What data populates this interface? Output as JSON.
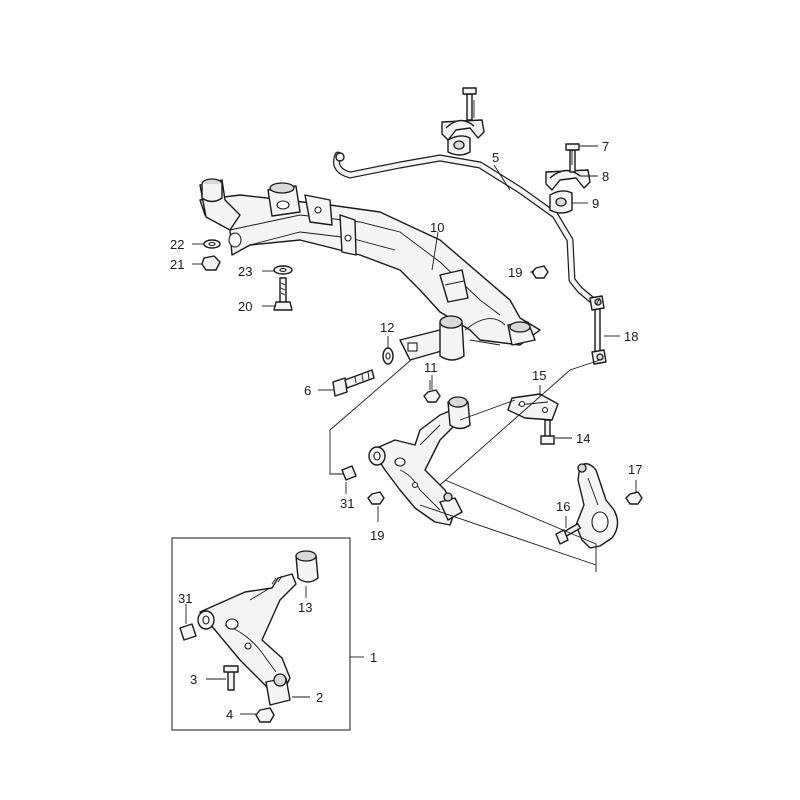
{
  "diagram": {
    "callouts": [
      {
        "id": "c1",
        "text": "1"
      },
      {
        "id": "c2",
        "text": "2"
      },
      {
        "id": "c3",
        "text": "3"
      },
      {
        "id": "c4",
        "text": "4"
      },
      {
        "id": "c5",
        "text": "5"
      },
      {
        "id": "c6",
        "text": "6"
      },
      {
        "id": "c7",
        "text": "7"
      },
      {
        "id": "c8",
        "text": "8"
      },
      {
        "id": "c9",
        "text": "9"
      },
      {
        "id": "c10",
        "text": "10"
      },
      {
        "id": "c11",
        "text": "11"
      },
      {
        "id": "c12",
        "text": "12"
      },
      {
        "id": "c13",
        "text": "13"
      },
      {
        "id": "c14",
        "text": "14"
      },
      {
        "id": "c15",
        "text": "15"
      },
      {
        "id": "c16",
        "text": "16"
      },
      {
        "id": "c17",
        "text": "17"
      },
      {
        "id": "c18",
        "text": "18"
      },
      {
        "id": "c19a",
        "text": "19"
      },
      {
        "id": "c19b",
        "text": "19"
      },
      {
        "id": "c20",
        "text": "20"
      },
      {
        "id": "c21",
        "text": "21"
      },
      {
        "id": "c22",
        "text": "22"
      },
      {
        "id": "c23",
        "text": "23"
      },
      {
        "id": "c31a",
        "text": "31"
      },
      {
        "id": "c31b",
        "text": "31"
      }
    ]
  }
}
